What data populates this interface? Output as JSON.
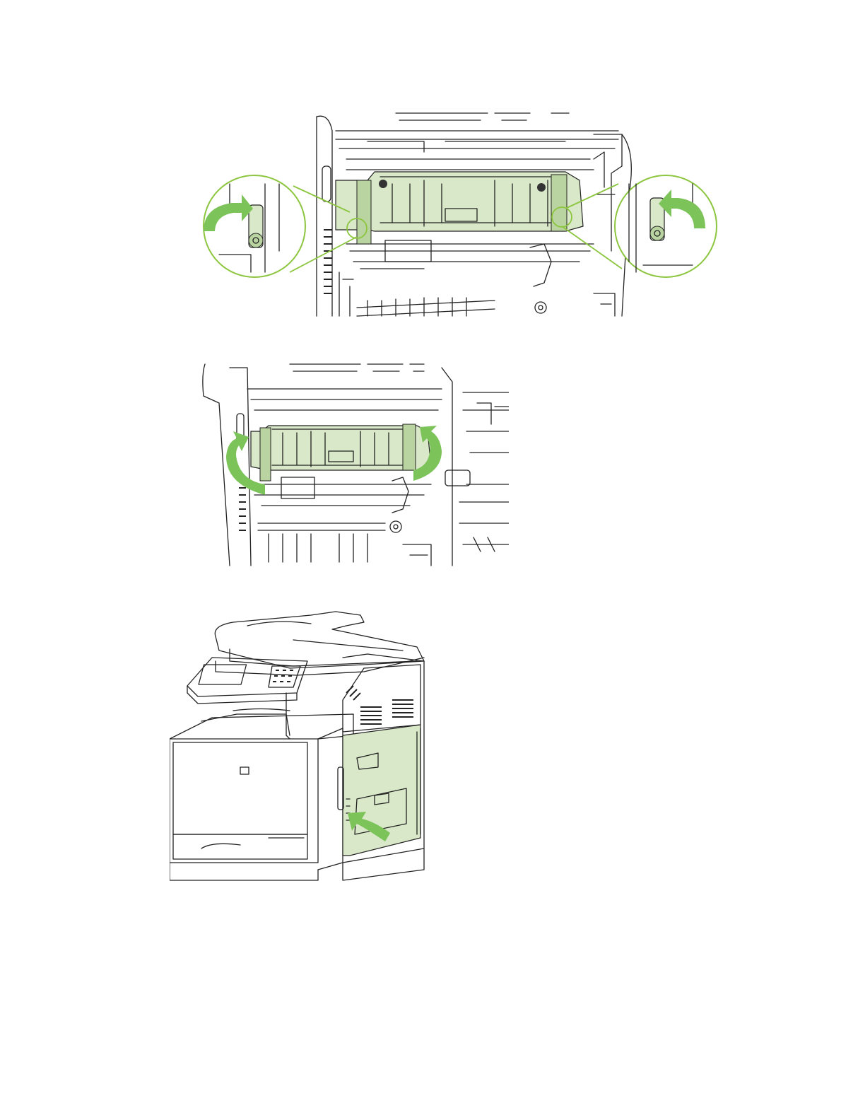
{
  "page": {
    "background": "#ffffff"
  },
  "colors": {
    "highlight_fill": "#d9e8c8",
    "arrow_green": "#7cc35a",
    "callout_outline": "#8cc63f",
    "line_art": "#222222"
  },
  "figures": [
    {
      "id": "fig-fuser-latches",
      "icons": [
        "fuser-icon",
        "rotate-latch-clockwise-arrow-icon",
        "rotate-latch-counterclockwise-arrow-icon"
      ]
    },
    {
      "id": "fig-fuser-handles",
      "icons": [
        "fuser-icon",
        "rotate-handle-up-arrow-icon"
      ]
    },
    {
      "id": "fig-close-right-door",
      "icons": [
        "printer-icon",
        "close-door-arrow-icon"
      ]
    }
  ]
}
